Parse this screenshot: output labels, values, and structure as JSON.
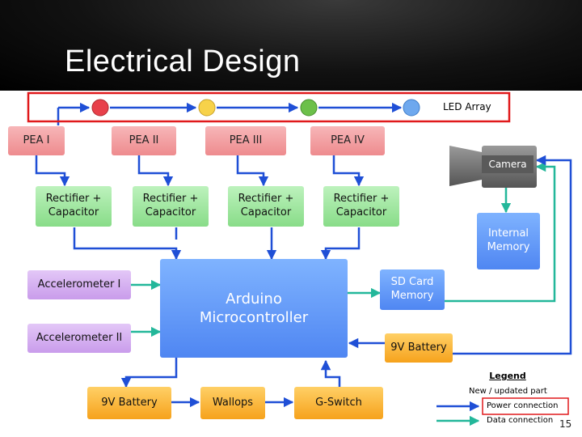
{
  "slide": {
    "title": "Electrical Design",
    "page_number": "15"
  },
  "led_array": {
    "label": "LED Array",
    "leds": [
      {
        "name": "red-led",
        "color": "#e8404a"
      },
      {
        "name": "yellow-led",
        "color": "#f7d24a"
      },
      {
        "name": "green-led",
        "color": "#6cc04a"
      },
      {
        "name": "blue-led",
        "color": "#6ea8ee"
      }
    ],
    "outline_color": "#e0191b"
  },
  "pea": [
    "PEA I",
    "PEA II",
    "PEA III",
    "PEA IV"
  ],
  "rectifiers": [
    [
      "Rectifier +",
      "Capacitor"
    ],
    [
      "Rectifier +",
      "Capacitor"
    ],
    [
      "Rectifier +",
      "Capacitor"
    ],
    [
      "Rectifier +",
      "Capacitor"
    ]
  ],
  "camera": {
    "label": "Camera",
    "icon": "camera-icon"
  },
  "internal_memory": [
    "Internal",
    "Memory"
  ],
  "sd_card": [
    "SD Card",
    "Memory"
  ],
  "battery_right": "9V Battery",
  "accelerometers": [
    "Accelerometer I",
    "Accelerometer II"
  ],
  "arduino": [
    "Arduino",
    "Microcontroller"
  ],
  "bottom_row": [
    "9V Battery",
    "Wallops",
    "G-Switch"
  ],
  "legend": {
    "title": "Legend",
    "new_part": "New / updated part",
    "power": "Power connection",
    "data": "Data connection"
  },
  "colors": {
    "power_wire": "#1f4fd6",
    "data_wire": "#23b79a",
    "new_part_outline": "#e0191b"
  }
}
